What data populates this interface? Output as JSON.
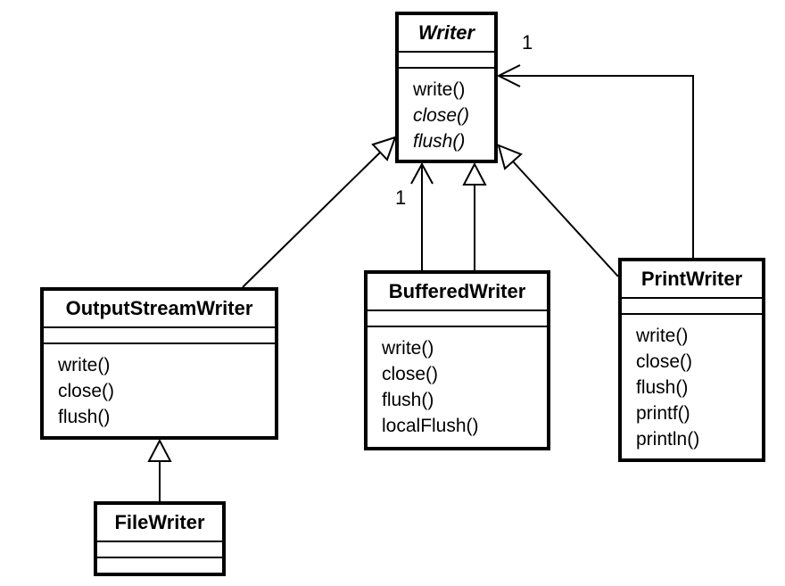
{
  "diagram": {
    "background_color": "#ffffff",
    "line_color": "#000000"
  },
  "classes": {
    "writer": {
      "name": "Writer",
      "abstract": true,
      "methods": [
        "write()",
        "close()",
        "flush()"
      ]
    },
    "output_stream_writer": {
      "name": "OutputStreamWriter",
      "abstract": false,
      "methods": [
        "write()",
        "close()",
        "flush()"
      ]
    },
    "buffered_writer": {
      "name": "BufferedWriter",
      "abstract": false,
      "methods": [
        "write()",
        "close()",
        "flush()",
        "localFlush()"
      ]
    },
    "print_writer": {
      "name": "PrintWriter",
      "abstract": false,
      "methods": [
        "write()",
        "close()",
        "flush()",
        "printf()",
        "println()"
      ]
    },
    "file_writer": {
      "name": "FileWriter",
      "abstract": false,
      "methods": []
    }
  },
  "relationships": {
    "multiplicity_buffered_writer": "1",
    "multiplicity_print_writer": "1"
  }
}
